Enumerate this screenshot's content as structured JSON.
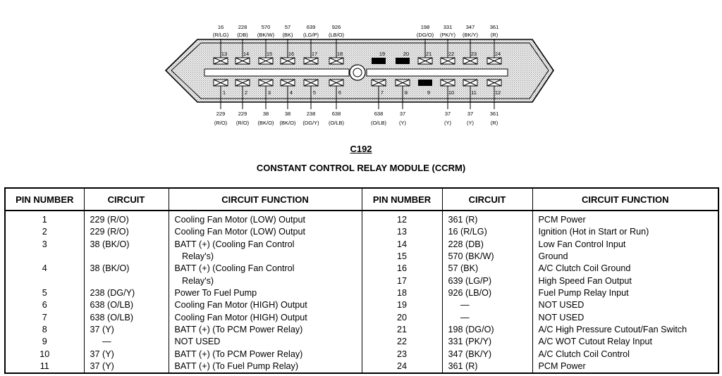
{
  "connector": {
    "top_cavities": [
      13,
      14,
      15,
      16,
      17,
      18,
      19,
      20,
      21,
      22,
      23,
      24
    ],
    "bottom_cavities": [
      1,
      2,
      3,
      4,
      5,
      6,
      7,
      8,
      9,
      10,
      11,
      12
    ],
    "top_numbers": [
      "16",
      "228",
      "570",
      "57",
      "639",
      "926",
      "",
      "",
      "198",
      "331",
      "347",
      "361"
    ],
    "top_colors": [
      "(R/LG)",
      "(DB)",
      "(BK/W)",
      "(BK)",
      "(LG/P)",
      "(LB/O)",
      "",
      "",
      "(DG/O)",
      "(PK/Y)",
      "(BK/Y)",
      "(R)"
    ],
    "bottom_numbers": [
      "229",
      "229",
      "38",
      "38",
      "238",
      "638",
      "638",
      "37",
      "",
      "37",
      "37",
      "361"
    ],
    "bottom_colors": [
      "(R/O)",
      "(R/O)",
      "(BK/O)",
      "(BK/O)",
      "(DG/Y)",
      "(O/LB)",
      "(O/LB)",
      "(Y)",
      "",
      "(Y)",
      "(Y)",
      "(R)"
    ],
    "blocked_cavities": [
      19,
      20,
      9
    ]
  },
  "caption": {
    "id": "C192",
    "title": "CONSTANT CONTROL RELAY MODULE (CCRM)"
  },
  "table": {
    "headers": [
      "PIN NUMBER",
      "CIRCUIT",
      "CIRCUIT FUNCTION",
      "PIN NUMBER",
      "CIRCUIT",
      "CIRCUIT FUNCTION"
    ],
    "left": {
      "pins": [
        "1",
        "2",
        "3",
        "",
        "4",
        "",
        "5",
        "6",
        "7",
        "8",
        "9",
        "10",
        "11"
      ],
      "circuits": [
        "229 (R/O)",
        "229 (R/O)",
        "38 (BK/O)",
        "",
        "38 (BK/O)",
        "",
        "238 (DG/Y)",
        "638 (O/LB)",
        "638 (O/LB)",
        "37 (Y)",
        "     —",
        "37 (Y)",
        "37 (Y)"
      ],
      "functions": [
        "Cooling Fan Motor (LOW) Output",
        "Cooling Fan Motor (LOW) Output",
        "BATT (+) (Cooling Fan Control",
        "   Relay's)",
        "BATT (+) (Cooling Fan Control",
        "   Relay's)",
        "Power To Fuel Pump",
        "Cooling Fan Motor (HIGH) Output",
        "Cooling Fan Motor (HIGH) Output",
        "BATT (+) (To PCM Power Relay)",
        "NOT USED",
        "BATT (+) (To PCM Power Relay)",
        "BATT (+) (To Fuel Pump Relay)"
      ]
    },
    "right": {
      "pins": [
        "12",
        "13",
        "14",
        "15",
        "16",
        "17",
        "18",
        "19",
        "20",
        "21",
        "22",
        "23",
        "24"
      ],
      "circuits": [
        "361 (R)",
        "16 (R/LG)",
        "228 (DB)",
        "570 (BK/W)",
        "57 (BK)",
        "639 (LG/P)",
        "926 (LB/O)",
        "     —",
        "     —",
        "198 (DG/O)",
        "331 (PK/Y)",
        "347 (BK/Y)",
        "361 (R)"
      ],
      "functions": [
        "PCM Power",
        "Ignition (Hot in Start or Run)",
        "Low Fan Control Input",
        "Ground",
        "A/C Clutch Coil Ground",
        "High Speed Fan Output",
        "Fuel Pump Relay Input",
        "NOT USED",
        "NOT USED",
        "A/C High Pressure Cutout/Fan Switch",
        "A/C WOT Cutout Relay Input",
        "A/C Clutch Coil Control",
        "PCM Power"
      ]
    }
  }
}
